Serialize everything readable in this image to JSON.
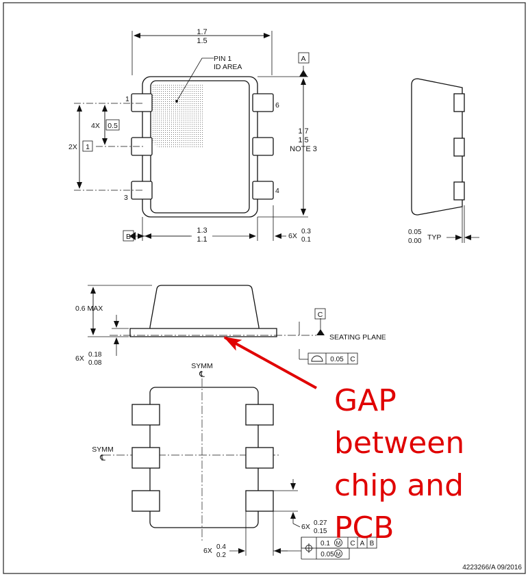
{
  "top_view": {
    "width_max": "1.7",
    "width_min": "1.5",
    "pin1_label_line1": "PIN 1",
    "pin1_label_line2": "ID AREA",
    "datum_a": "A",
    "height_max": "1.7",
    "height_min": "1.5",
    "note": "NOTE 3",
    "pin_1": "1",
    "pin_3": "3",
    "pin_4": "4",
    "pin_6": "6",
    "pitch_count": "4X",
    "pitch_value": "0.5",
    "span_count": "2X",
    "span_value": "1",
    "datum_b": "B",
    "body_width_max": "1.3",
    "body_width_min": "1.1",
    "lead_len_count": "6X",
    "lead_len_max": "0.3",
    "lead_len_min": "0.1"
  },
  "side_view": {
    "offset_max": "0.05",
    "offset_min": "0.00",
    "offset_suffix": "TYP"
  },
  "front_view": {
    "height": "0.6 MAX",
    "datum_c": "C",
    "seating_plane": "SEATING PLANE",
    "lead_thk_count": "6X",
    "lead_thk_max": "0.18",
    "lead_thk_min": "0.08",
    "profile_tol": "0.05",
    "profile_datum": "C"
  },
  "bottom_view": {
    "symm_top": "SYMM",
    "symm_left": "SYMM",
    "centerline_glyph": "℄",
    "lead_w_count": "6X",
    "lead_w_max": "0.27",
    "lead_w_min": "0.15",
    "lead_l_count": "6X",
    "lead_l_max": "0.4",
    "lead_l_min": "0.2",
    "fcf_tol1": "0.1",
    "fcf_tol2": "0.05",
    "fcf_mmc": "M",
    "fcf_datum_c": "C",
    "fcf_datum_a": "A",
    "fcf_datum_b": "B"
  },
  "annotation": {
    "line1": "GAP",
    "line2": "between",
    "line3": "chip and",
    "line4": "PCB",
    "color": "#e00000"
  },
  "drawing_number": "4223266/A  09/2016"
}
